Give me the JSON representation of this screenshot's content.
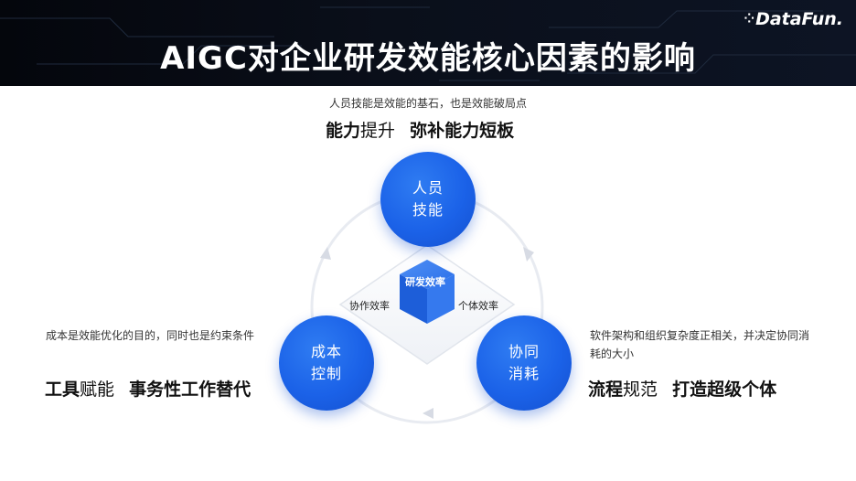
{
  "title": "AIGC对企业研发效能核心因素的影响",
  "logo": {
    "text": "DataFun."
  },
  "top": {
    "note": "人员技能是效能的基石，也是效能破局点",
    "tagline": {
      "part1": "能力",
      "part2": "提升",
      "part3": "弥补能力短板"
    }
  },
  "nodes": {
    "people": {
      "line1": "人员",
      "line2": "技能"
    },
    "cost": {
      "line1": "成本",
      "line2": "控制"
    },
    "collab": {
      "line1": "协同",
      "line2": "消耗"
    }
  },
  "center": {
    "cube_label": "研发效率",
    "left_label": "协作效率",
    "right_label": "个体效率"
  },
  "left": {
    "desc": "成本是效能优化的目的，同时也是约束条件",
    "tagline": {
      "part1": "工具",
      "part2": "赋能",
      "part3": "事务性工作替代"
    }
  },
  "right": {
    "desc": "软件架构和组织复杂度正相关，并决定协同消耗的大小",
    "tagline": {
      "part1": "流程",
      "part2": "规范",
      "part3": "打造超级个体"
    }
  },
  "colors": {
    "accent": "#1b62e8",
    "header": "#080c16"
  }
}
